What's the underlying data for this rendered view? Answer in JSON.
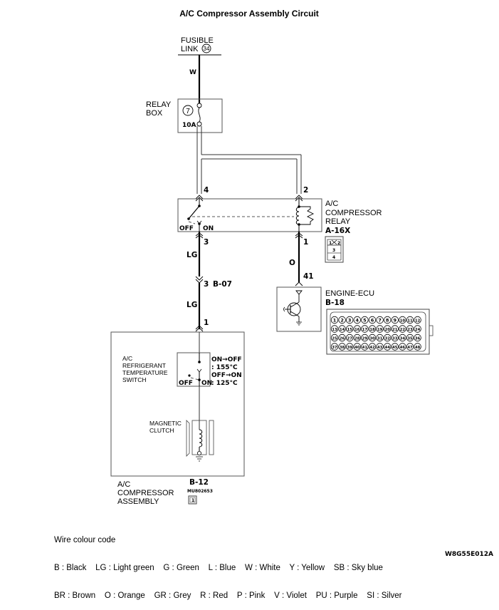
{
  "title": "A/C Compressor Assembly Circuit",
  "fusible_link": {
    "label_line1": "FUSIBLE",
    "label_line2": "LINK",
    "number": "34"
  },
  "wires": {
    "fusible_to_relaybox": "W",
    "relay_terminal3_color": "LG",
    "connector_b07_color": "LG",
    "relay_terminal1_color": "O"
  },
  "relay_box": {
    "label_line1": "RELAY",
    "label_line2": "BOX",
    "fuse_number": "7",
    "fuse_rating": "10A"
  },
  "compressor_relay": {
    "label_line1": "A/C",
    "label_line2": "COMPRESSOR",
    "label_line3": "RELAY",
    "connector_id": "A-16X",
    "terminal_top_left": "4",
    "terminal_top_right": "2",
    "terminal_bottom_left": "3",
    "terminal_bottom_right": "1",
    "switch_off": "OFF",
    "switch_on": "ON",
    "pinout": {
      "row1_left": "1",
      "row1_right": "2",
      "row2": "3",
      "row3": "4"
    }
  },
  "intermediate_connector": {
    "pin": "3",
    "id": "B-07"
  },
  "compressor_terminal": "1",
  "engine_ecu": {
    "label": "ENGINE-ECU",
    "connector_id": "B-18",
    "terminal": "41",
    "pin_rows": [
      [
        "1",
        "2",
        "3",
        "4",
        "5",
        "6",
        "7",
        "8",
        "9",
        "10",
        "11",
        "12"
      ],
      [
        "13",
        "14",
        "15",
        "16",
        "17",
        "18",
        "19",
        "20",
        "21",
        "22",
        "23",
        "24"
      ],
      [
        "25",
        "26",
        "27",
        "28",
        "29",
        "30",
        "31",
        "32",
        "33",
        "34",
        "35",
        "36"
      ],
      [
        "37",
        "38",
        "39",
        "40",
        "41",
        "42",
        "43",
        "44",
        "45",
        "46",
        "47",
        "48"
      ]
    ]
  },
  "temp_switch": {
    "label_line1": "A/C",
    "label_line2": "REFRIGERANT",
    "label_line3": "TEMPERATURE",
    "label_line4": "SWITCH",
    "off": "OFF",
    "on": "ON",
    "cond1": "ON→OFF",
    "cond1_temp": ": 155°C",
    "cond2": "OFF→ON",
    "cond2_temp": ": 125°C"
  },
  "magnetic_clutch": {
    "label_line1": "MAGNETIC",
    "label_line2": "CLUTCH"
  },
  "compressor_assembly": {
    "label_line1": "A/C",
    "label_line2": "COMPRESSOR",
    "label_line3": "ASSEMBLY",
    "connector_id": "B-12",
    "part_number": "MU802653",
    "pin": "1"
  },
  "legend": {
    "heading": "Wire colour code",
    "line1": "B : Black    LG : Light green    G : Green    L : Blue    W : White    Y : Yellow    SB : Sky blue",
    "line2": "BR : Brown    O : Orange    GR : Grey    R : Red    P : Pink    V : Violet    PU : Purple    SI : Silver"
  },
  "figure_code": "W8G55E012A"
}
